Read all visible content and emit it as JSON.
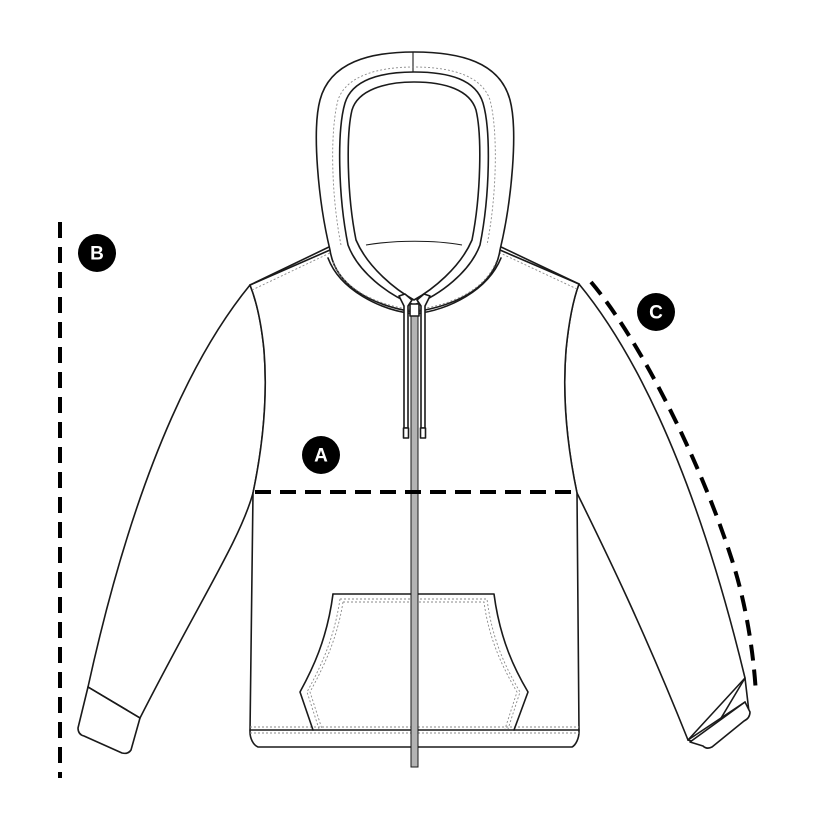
{
  "diagram": {
    "subject": "Zip-up hoodie flat sketch (front view)",
    "colors": {
      "outline": "#1a1a1a",
      "fill": "#ffffff",
      "zipper": "#b3b3b3",
      "stitching": "#8a8a8a",
      "measure_line": "#000000",
      "badge_bg": "#000000",
      "badge_text": "#ffffff"
    },
    "measurements": [
      {
        "label": "A",
        "meaning": "Chest width (horizontal dashed line across chest)"
      },
      {
        "label": "B",
        "meaning": "Body length (vertical dashed line, left side)"
      },
      {
        "label": "C",
        "meaning": "Sleeve length (curved dashed line along right sleeve)"
      }
    ],
    "parts": [
      "hood",
      "drawstrings",
      "zipper",
      "shoulder seams",
      "left sleeve",
      "right sleeve",
      "left cuff",
      "right cuff",
      "kangaroo pocket",
      "waistband"
    ]
  }
}
